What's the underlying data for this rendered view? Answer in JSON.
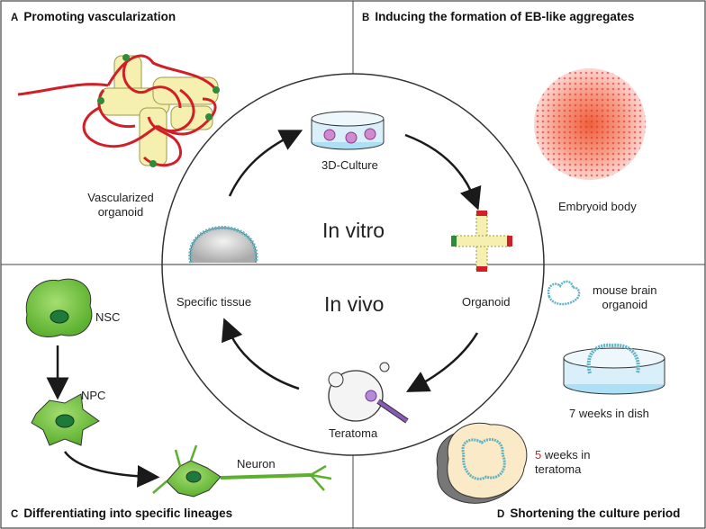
{
  "panels": {
    "a": {
      "letter": "A",
      "title": "Promoting vascularization",
      "caption_line1": "Vascularized",
      "caption_line2": "organoid"
    },
    "b": {
      "letter": "B",
      "title": "Inducing the formation of EB-like aggregates",
      "caption": "Embryoid body"
    },
    "c": {
      "letter": "C",
      "title": "Differentiating into specific lineages",
      "nsc": "NSC",
      "npc": "NPC",
      "neuron": "Neuron"
    },
    "d": {
      "letter": "D",
      "title": "Shortening the culture period",
      "legend_line1": "mouse brain",
      "legend_line2": "organoid",
      "dish": "7 weeks in dish",
      "teratoma_num": "5",
      "teratoma_rest": " weeks in",
      "teratoma_line2": "teratoma"
    }
  },
  "center": {
    "in_vitro": "In vitro",
    "in_vivo": "In vivo",
    "culture": "3D-Culture",
    "organoid": "Organoid",
    "teratoma": "Teratoma",
    "tissue": "Specific tissue"
  },
  "colors": {
    "vessel": "#d21e26",
    "organoid": "#f5f0b0",
    "cell": "#6fbf3a",
    "dish": "#aee0f5",
    "tissue": "#5fb3c4"
  }
}
